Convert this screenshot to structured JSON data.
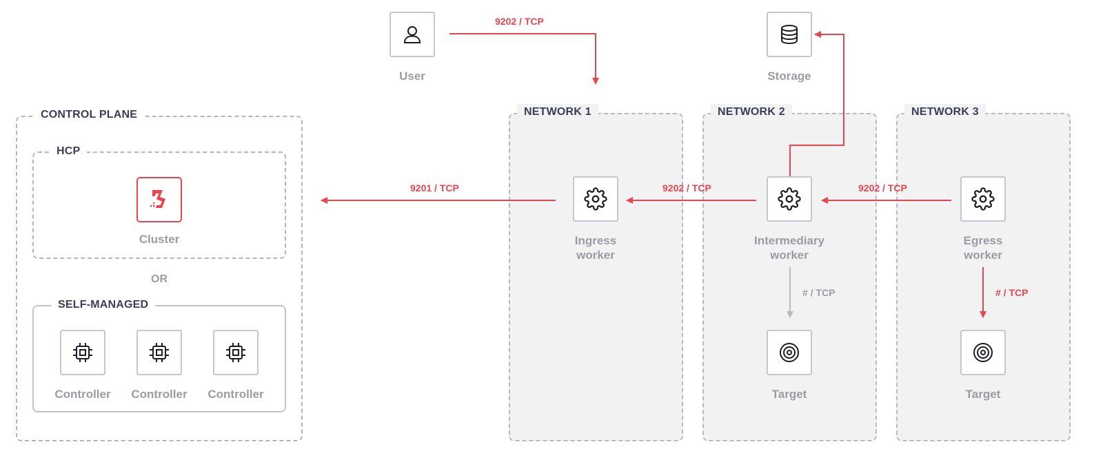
{
  "colors": {
    "accent": "#e8464f",
    "muted_arrow": "#b9bac0",
    "label_dark": "#3b3d58",
    "label_muted": "#9b9ca3",
    "network_bg": "#f2f2f3"
  },
  "groups": {
    "control_plane": "CONTROL PLANE",
    "hcp": "HCP",
    "self_managed": "SELF-MANAGED",
    "network1": "NETWORK 1",
    "network2": "NETWORK 2",
    "network3": "NETWORK 3"
  },
  "or_label": "OR",
  "nodes": {
    "user": {
      "label": "User",
      "icon": "user-icon"
    },
    "storage": {
      "label": "Storage",
      "icon": "database-icon"
    },
    "cluster": {
      "label": "Cluster",
      "icon": "boundary-logo-icon"
    },
    "controllers": [
      {
        "label": "Controller",
        "icon": "chip-icon"
      },
      {
        "label": "Controller",
        "icon": "chip-icon"
      },
      {
        "label": "Controller",
        "icon": "chip-icon"
      }
    ],
    "ingress": {
      "label_line1": "Ingress",
      "label_line2": "worker",
      "icon": "gear-icon"
    },
    "intermediary": {
      "label_line1": "Intermediary",
      "label_line2": "worker",
      "icon": "gear-icon"
    },
    "egress": {
      "label_line1": "Egress",
      "label_line2": "worker",
      "icon": "gear-icon"
    },
    "target2": {
      "label": "Target",
      "icon": "target-icon"
    },
    "target3": {
      "label": "Target",
      "icon": "target-icon"
    }
  },
  "edges": {
    "user_to_network1": "9202 / TCP",
    "ingress_to_control": "9201 / TCP",
    "intermediary_to_ingress": "9202 / TCP",
    "egress_to_intermediary": "9202 / TCP",
    "intermediary_to_target": "# / TCP",
    "egress_to_target": "# / TCP"
  }
}
